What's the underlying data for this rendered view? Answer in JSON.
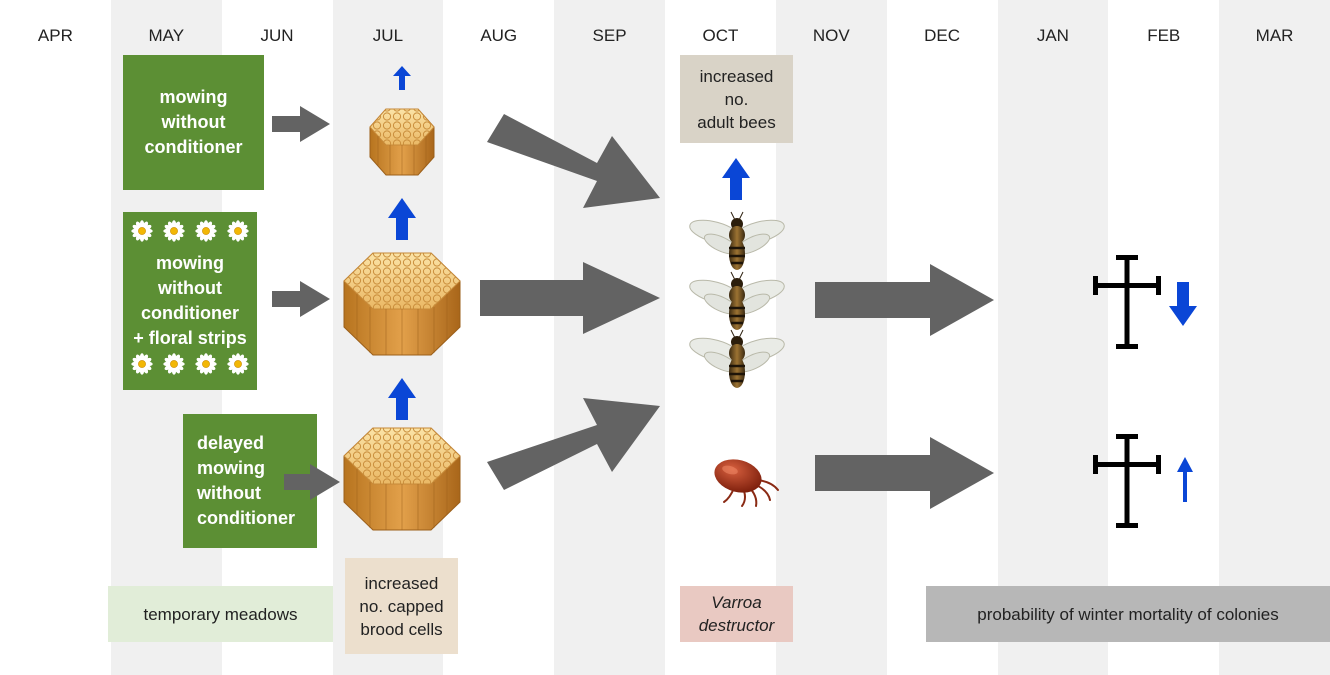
{
  "months": [
    "APR",
    "MAY",
    "JUN",
    "JUL",
    "AUG",
    "SEP",
    "OCT",
    "NOV",
    "DEC",
    "JAN",
    "FEB",
    "MAR"
  ],
  "treatments": {
    "t1": [
      "mowing",
      "without",
      "conditioner"
    ],
    "t2": [
      "mowing",
      "without",
      "conditioner",
      "+ floral strips"
    ],
    "t3": [
      "delayed",
      "mowing",
      "without",
      "conditioner"
    ]
  },
  "labels": {
    "meadows": "temporary meadows",
    "brood": [
      "increased",
      "no. capped",
      "brood cells"
    ],
    "adult": [
      "increased",
      "no.",
      "adult bees"
    ],
    "varroa": [
      "Varroa",
      "destructor"
    ],
    "mortality": "probability of winter mortality of colonies"
  },
  "colors": {
    "green": "#5c8f34",
    "arrow_gray": "#636363",
    "blue": "#0a46d6",
    "honey": "#e0a552",
    "varroa": "#a3321a"
  },
  "icons": [
    "honeycomb-icon",
    "bee-icon",
    "varroa-mite-icon",
    "cross-icon",
    "daisy-icon",
    "up-arrow-icon",
    "down-arrow-icon"
  ]
}
